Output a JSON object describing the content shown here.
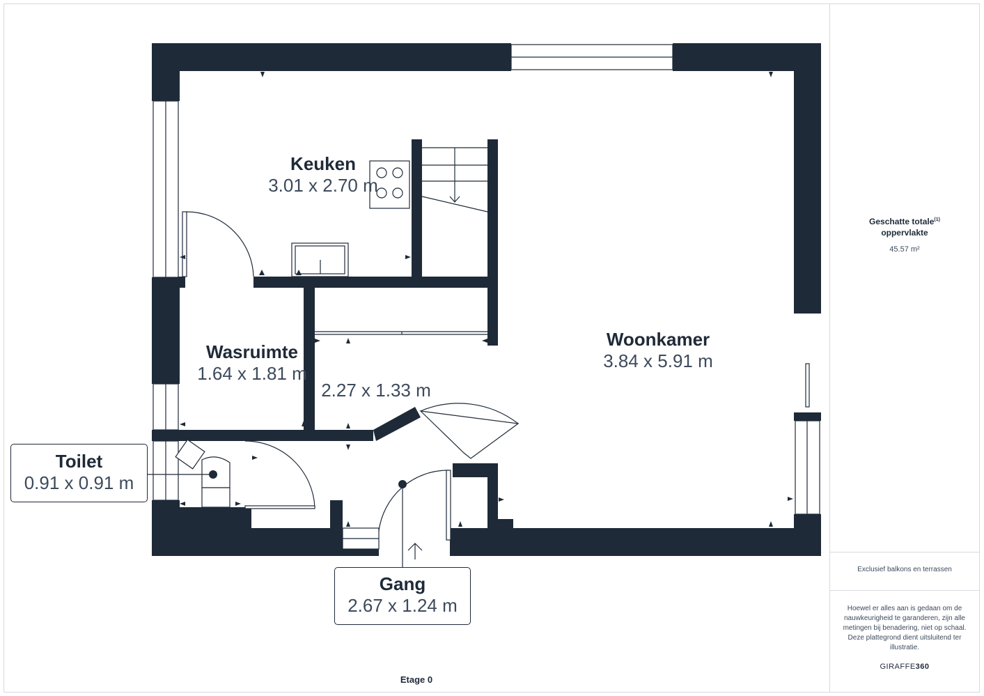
{
  "rooms": {
    "keuken": {
      "name": "Keuken",
      "dims": "3.01 x 2.70 m"
    },
    "woonkamer": {
      "name": "Woonkamer",
      "dims": "3.84 x 5.91 m"
    },
    "wasruimte": {
      "name": "Wasruimte",
      "dims": "1.64 x 1.81 m"
    },
    "unnamed": {
      "dims": "2.27 x 1.33 m"
    },
    "toilet": {
      "name": "Toilet",
      "dims": "0.91 x 0.91 m"
    },
    "gang": {
      "name": "Gang",
      "dims": "2.67 x 1.24 m"
    }
  },
  "floor_label": "Etage 0",
  "sidebar": {
    "area_title_line1": "Geschatte totale",
    "area_title_sup": "(1)",
    "area_title_line2": "oppervlakte",
    "area_value": "45.57 m²",
    "exclusion_note": "Exclusief balkons en terrassen",
    "disclaimer": "Hoewel er alles aan is gedaan om de nauwkeurigheid te garanderen, zijn alle metingen bij benadering, niet op schaal. Deze plattegrond dient uitsluitend ter illustratie.",
    "brand_prefix": "GIRAFFE",
    "brand_suffix": "360"
  },
  "colors": {
    "wall": "#1f2a38",
    "line": "#1f2a38",
    "border": "#d6d9dd"
  }
}
